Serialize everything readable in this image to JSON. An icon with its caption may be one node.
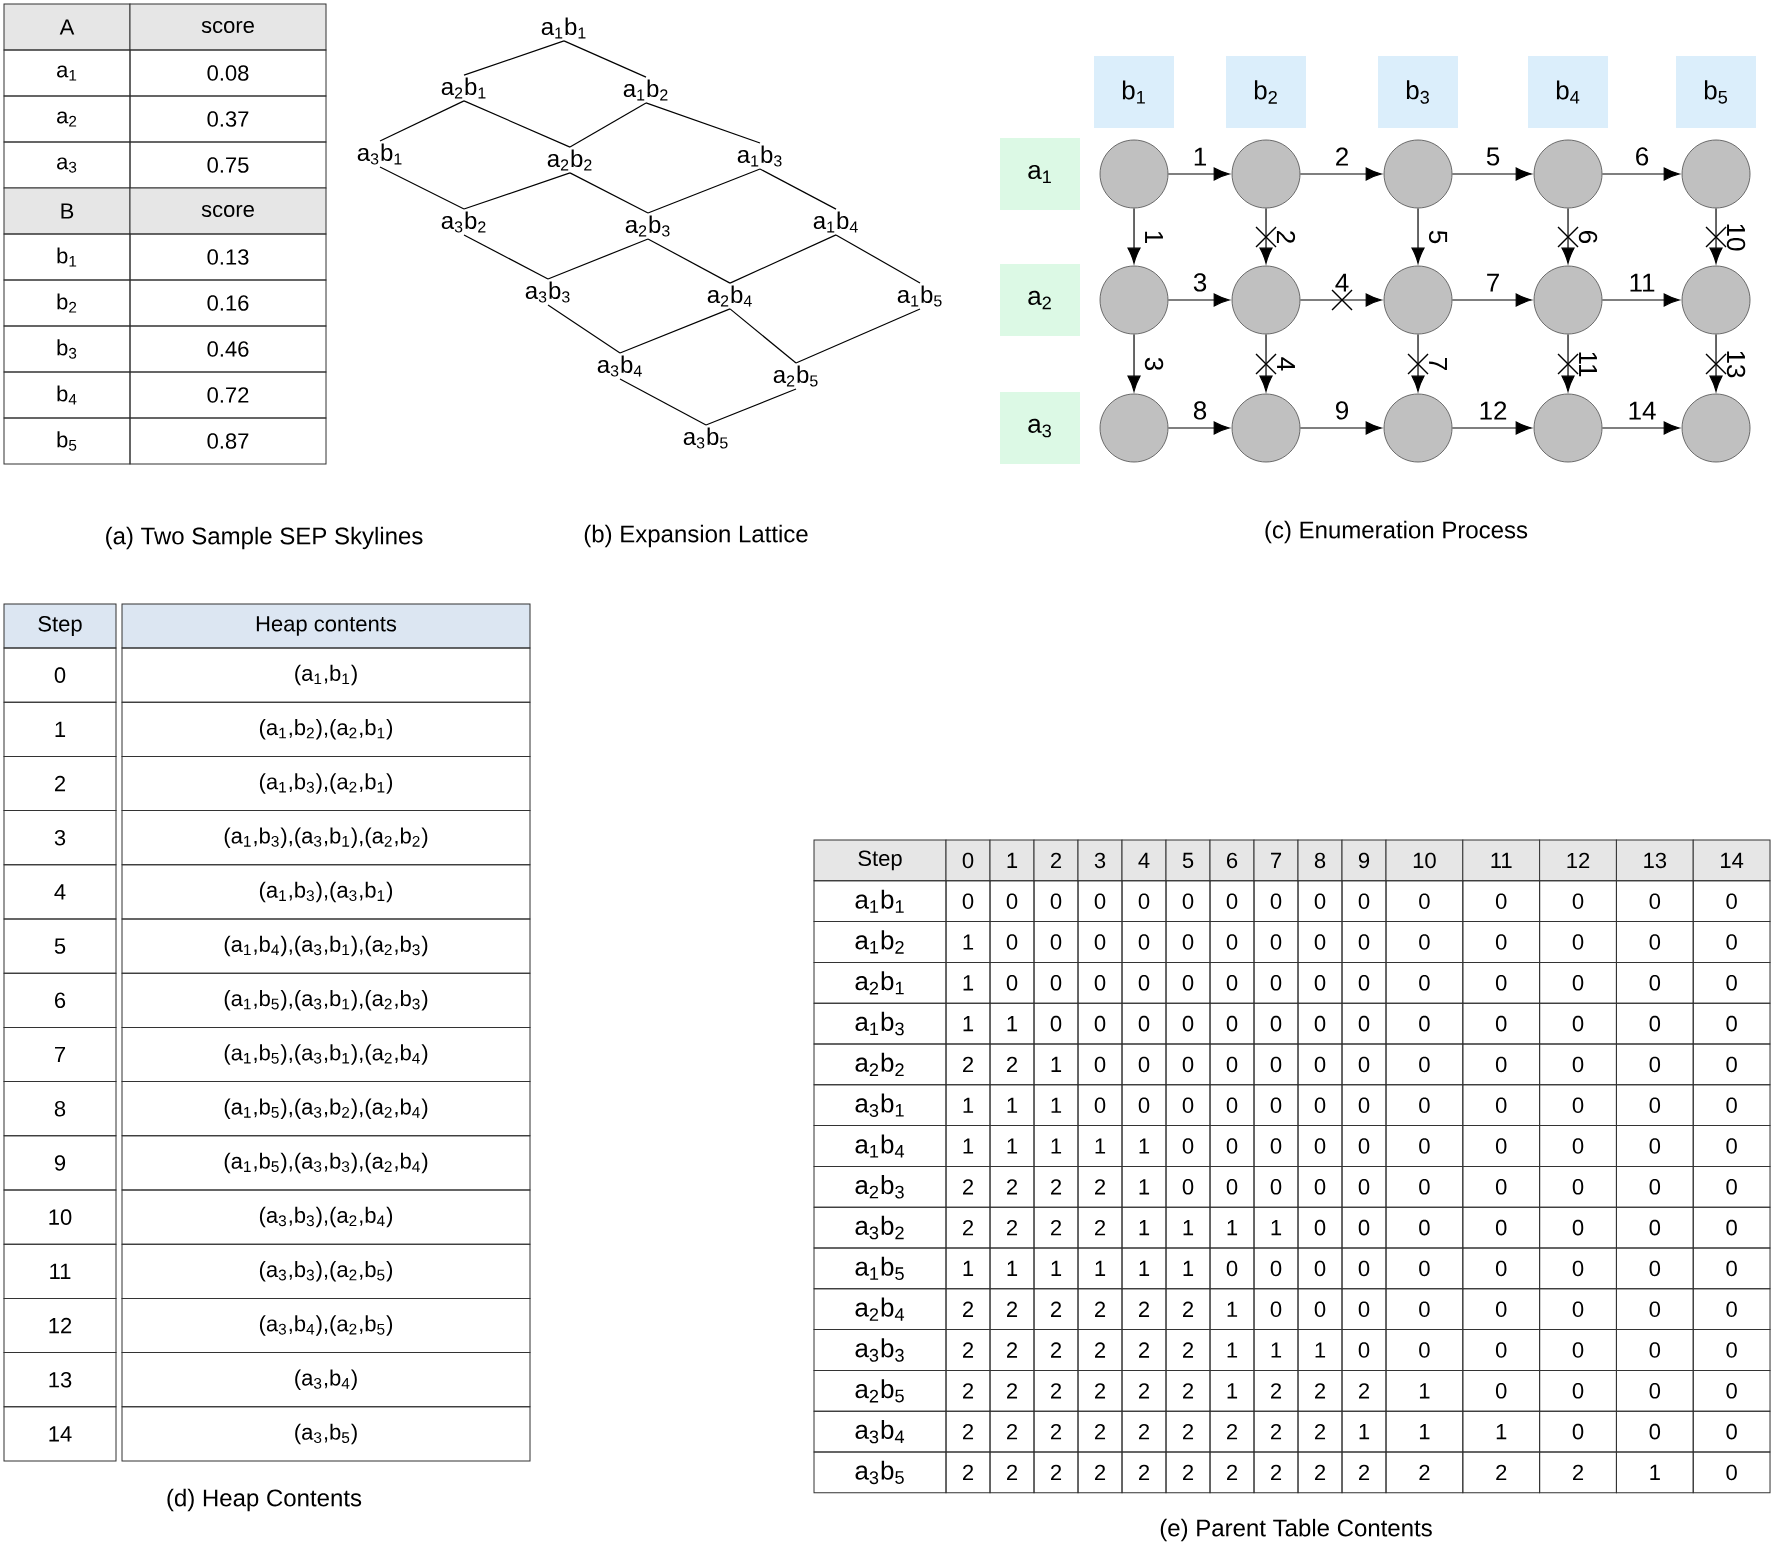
{
  "diagram": {
    "nodes": [
      {
        "text": [
          "a$_{1}$b$_{1}$"
        ]
      },
      {
        "text": [
          "a$_{2}$b$_{1}$"
        ]
      },
      {
        "text": [
          "a$_{1}$b$_{2}$"
        ]
      },
      {
        "text": [
          "a$_{3}$b$_{1}$"
        ]
      },
      {
        "text": [
          "a$_{2}$b$_{2}$"
        ]
      },
      {
        "text": [
          "a$_{1}$b$_{3}$"
        ]
      },
      {
        "text": [
          "a$_{3}$b$_{2}$"
        ]
      },
      {
        "text": [
          "a$_{2}$b$_{3}$"
        ]
      },
      {
        "text": [
          "a$_{1}$b$_{4}$"
        ]
      },
      {
        "text": [
          "a$_{3}$b$_{3}$"
        ]
      },
      {
        "text": [
          "a$_{2}$b$_{4}$"
        ]
      },
      {
        "text": [
          "a$_{1}$b$_{5}$"
        ]
      },
      {
        "text": [
          "a$_{3}$b$_{4}$"
        ]
      },
      {
        "text": [
          "a$_{2}$b$_{5}$"
        ]
      },
      {
        "text": [
          "a$_{3}$b$_{5}$"
        ]
      },
      {
        "text": [
          "b$_{1}$"
        ]
      },
      {
        "text": [
          "b$_{2}$"
        ]
      },
      {
        "text": [
          "b$_{3}$"
        ]
      },
      {
        "text": [
          "b$_{4}$"
        ]
      },
      {
        "text": [
          "b$_{5}$"
        ]
      },
      {
        "text": [
          "a$_{1}$"
        ]
      },
      {
        "text": [],
        "shape": "circle"
      },
      {
        "text": [],
        "shape": "circle"
      },
      {
        "text": [],
        "shape": "circle"
      },
      {
        "text": [],
        "shape": "circle"
      },
      {
        "text": [],
        "shape": "circle"
      },
      {
        "text": [
          "a$_{2}$"
        ]
      },
      {
        "text": [],
        "shape": "circle"
      },
      {
        "text": [],
        "shape": "circle"
      },
      {
        "text": [],
        "shape": "circle"
      },
      {
        "text": [],
        "shape": "circle"
      },
      {
        "text": [],
        "shape": "circle"
      },
      {
        "text": [
          "a$_{3}$"
        ]
      },
      {
        "text": [],
        "shape": "circle"
      },
      {
        "text": [],
        "shape": "circle"
      },
      {
        "text": [],
        "shape": "circle"
      },
      {
        "text": [],
        "shape": "circle"
      },
      {
        "text": [],
        "shape": "circle"
      }
    ],
    "edges": [
      {
        "from": 0,
        "to": 1,
        "arrow": "none"
      },
      {
        "from": 0,
        "to": 2,
        "arrow": "none"
      },
      {
        "from": 1,
        "to": 3,
        "arrow": "none"
      },
      {
        "from": 1,
        "to": 4,
        "arrow": "none"
      },
      {
        "from": 2,
        "to": 4,
        "arrow": "none"
      },
      {
        "from": 2,
        "to": 5,
        "arrow": "none"
      },
      {
        "from": 3,
        "to": 6,
        "arrow": "none"
      },
      {
        "from": 4,
        "to": 6,
        "arrow": "none"
      },
      {
        "from": 4,
        "to": 7,
        "arrow": "none"
      },
      {
        "from": 5,
        "to": 7,
        "arrow": "none"
      },
      {
        "from": 5,
        "to": 8,
        "arrow": "none"
      },
      {
        "from": 6,
        "to": 9,
        "arrow": "none"
      },
      {
        "from": 7,
        "to": 9,
        "arrow": "none"
      },
      {
        "from": 7,
        "to": 10,
        "arrow": "none"
      },
      {
        "from": 8,
        "to": 10,
        "arrow": "none"
      },
      {
        "from": 8,
        "to": 11,
        "arrow": "none"
      },
      {
        "from": 9,
        "to": 12,
        "arrow": "none"
      },
      {
        "from": 10,
        "to": 12,
        "arrow": "none"
      },
      {
        "from": 10,
        "to": 13,
        "arrow": "none"
      },
      {
        "from": 11,
        "to": 13,
        "arrow": "none"
      },
      {
        "from": 12,
        "to": 14,
        "arrow": "none"
      },
      {
        "from": 13,
        "to": 14,
        "arrow": "none"
      },
      {
        "from": 21,
        "to": 22,
        "arrow": "to",
        "label": "1"
      },
      {
        "from": 22,
        "to": 23,
        "arrow": "to",
        "label": "2"
      },
      {
        "from": 23,
        "to": 24,
        "arrow": "to",
        "label": "5"
      },
      {
        "from": 24,
        "to": 25,
        "arrow": "to",
        "label": "6"
      },
      {
        "from": 27,
        "to": 28,
        "arrow": "to",
        "label": "3"
      },
      {
        "from": 28,
        "to": 29,
        "arrow": "to",
        "label": "4"
      },
      {
        "from": 29,
        "to": 30,
        "arrow": "to",
        "label": "7"
      },
      {
        "from": 30,
        "to": 31,
        "arrow": "to",
        "label": "11"
      },
      {
        "from": 33,
        "to": 34,
        "arrow": "to",
        "label": "8"
      },
      {
        "from": 34,
        "to": 35,
        "arrow": "to",
        "label": "9"
      },
      {
        "from": 35,
        "to": 36,
        "arrow": "to",
        "label": "12"
      },
      {
        "from": 36,
        "to": 37,
        "arrow": "to",
        "label": "14"
      },
      {
        "from": 21,
        "to": 27,
        "arrow": "to",
        "label": "1"
      },
      {
        "from": 22,
        "to": 28,
        "arrow": "to",
        "label": "2"
      },
      {
        "from": 23,
        "to": 29,
        "arrow": "to",
        "label": "5"
      },
      {
        "from": 24,
        "to": 30,
        "arrow": "to",
        "label": "6"
      },
      {
        "from": 25,
        "to": 31,
        "arrow": "to",
        "label": "10"
      },
      {
        "from": 27,
        "to": 33,
        "arrow": "to",
        "label": "3"
      },
      {
        "from": 28,
        "to": 34,
        "arrow": "to",
        "label": "4"
      },
      {
        "from": 29,
        "to": 35,
        "arrow": "to",
        "label": "7"
      },
      {
        "from": 30,
        "to": 36,
        "arrow": "to",
        "label": "11"
      },
      {
        "from": 31,
        "to": 37,
        "arrow": "to",
        "label": "13"
      }
    ],
    "labels": [
      "A",
      "score",
      "a$_{1}$",
      "0.08",
      "a$_{2}$",
      "0.37",
      "a$_{3}$",
      "0.75",
      "B",
      "score",
      "b$_{1}$",
      "0.13",
      "b$_{2}$",
      "0.16",
      "b$_{3}$",
      "0.46",
      "b$_{4}$",
      "0.72",
      "b$_{5}$",
      "0.87",
      "(a) Two Sample SEP Skylines",
      "(b) Expansion Lattice",
      "(c) Enumeration Process",
      "Step",
      "Heap contents",
      "0",
      "(a$_{1}$,b$_{1}$)",
      "1",
      "(a$_{1}$,b$_{2}$),(a$_{2}$,b$_{1}$)",
      "2",
      "(a$_{1}$,b$_{3}$),(a$_{2}$,b$_{1}$)",
      "3",
      "(a$_{1}$,b$_{3}$),(a$_{3}$,b$_{1}$),(a$_{2}$,b$_{2}$)",
      "4",
      "(a$_{1}$,b$_{3}$),(a$_{3}$,b$_{1}$)",
      "5",
      "(a$_{1}$,b$_{4}$),(a$_{3}$,b$_{1}$),(a$_{2}$,b$_{3}$)",
      "6",
      "(a$_{1}$,b$_{5}$),(a$_{3}$,b$_{1}$),(a$_{2}$,b$_{3}$)",
      "7",
      "(a$_{1}$,b$_{5}$),(a$_{3}$,b$_{1}$),(a$_{2}$,b$_{4}$)",
      "8",
      "(a$_{1}$,b$_{5}$),(a$_{3}$,b$_{2}$),(a$_{2}$,b$_{4}$)",
      "9",
      "(a$_{1}$,b$_{5}$),(a$_{3}$,b$_{3}$),(a$_{2}$,b$_{4}$)",
      "10",
      "(a$_{3}$,b$_{3}$),(a$_{2}$,b$_{4}$)",
      "11",
      "(a$_{3}$,b$_{3}$),(a$_{2}$,b$_{5}$)",
      "12",
      "(a$_{3}$,b$_{4}$),(a$_{2}$,b$_{5}$)",
      "13",
      "(a$_{3}$,b$_{4}$)",
      "14",
      "(a$_{3}$,b$_{5}$)",
      "(d) Heap Contents",
      "Step",
      "0",
      "1",
      "2",
      "3",
      "4",
      "5",
      "6",
      "7",
      "8",
      "9",
      "10",
      "11",
      "12",
      "13",
      "14",
      "a$_{1}$b$_{1}$",
      "0",
      "0",
      "0",
      "0",
      "0",
      "0",
      "0",
      "0",
      "0",
      "0",
      "0",
      "0",
      "0",
      "0",
      "0",
      "a$_{1}$b$_{2}$",
      "1",
      "0",
      "0",
      "0",
      "0",
      "0",
      "0",
      "0",
      "0",
      "0",
      "0",
      "0",
      "0",
      "0",
      "0",
      "a$_{2}$b$_{1}$",
      "1",
      "0",
      "0",
      "0",
      "0",
      "0",
      "0",
      "0",
      "0",
      "0",
      "0",
      "0",
      "0",
      "0",
      "0",
      "a$_{1}$b$_{3}$",
      "1",
      "1",
      "0",
      "0",
      "0",
      "0",
      "0",
      "0",
      "0",
      "0",
      "0",
      "0",
      "0",
      "0",
      "0",
      "a$_{2}$b$_{2}$",
      "2",
      "2",
      "1",
      "0",
      "0",
      "0",
      "0",
      "0",
      "0",
      "0",
      "0",
      "0",
      "0",
      "0",
      "0",
      "a$_{3}$b$_{1}$",
      "1",
      "1",
      "1",
      "0",
      "0",
      "0",
      "0",
      "0",
      "0",
      "0",
      "0",
      "0",
      "0",
      "0",
      "0",
      "a$_{1}$b$_{4}$",
      "1",
      "1",
      "1",
      "1",
      "1",
      "0",
      "0",
      "0",
      "0",
      "0",
      "0",
      "0",
      "0",
      "0",
      "0",
      "a$_{2}$b$_{3}$",
      "2",
      "2",
      "2",
      "2",
      "1",
      "0",
      "0",
      "0",
      "0",
      "0",
      "0",
      "0",
      "0",
      "0",
      "0",
      "a$_{3}$b$_{2}$",
      "2",
      "2",
      "2",
      "2",
      "1",
      "1",
      "1",
      "1",
      "0",
      "0",
      "0",
      "0",
      "0",
      "0",
      "0",
      "a$_{1}$b$_{5}$",
      "1",
      "1",
      "1",
      "1",
      "1",
      "1",
      "0",
      "0",
      "0",
      "0",
      "0",
      "0",
      "0",
      "0",
      "0",
      "a$_{2}$b$_{4}$",
      "2",
      "2",
      "2",
      "2",
      "2",
      "2",
      "1",
      "0",
      "0",
      "0",
      "0",
      "0",
      "0",
      "0",
      "0",
      "a$_{3}$b$_{3}$",
      "2",
      "2",
      "2",
      "2",
      "2",
      "2",
      "1",
      "1",
      "1",
      "0",
      "0",
      "0",
      "0",
      "0",
      "0",
      "a$_{2}$b$_{5}$",
      "2",
      "2",
      "2",
      "2",
      "2",
      "2",
      "1",
      "2",
      "2",
      "2",
      "1",
      "0",
      "0",
      "0",
      "0",
      "a$_{3}$b$_{4}$",
      "2",
      "2",
      "2",
      "2",
      "2",
      "2",
      "2",
      "2",
      "2",
      "1",
      "1",
      "1",
      "0",
      "0",
      "0",
      "a$_{3}$b$_{5}$",
      "2",
      "2",
      "2",
      "2",
      "2",
      "2",
      "2",
      "2",
      "2",
      "2",
      "2",
      "2",
      "2",
      "1",
      "0",
      "(e) Parent Table Contents"
    ]
  }
}
